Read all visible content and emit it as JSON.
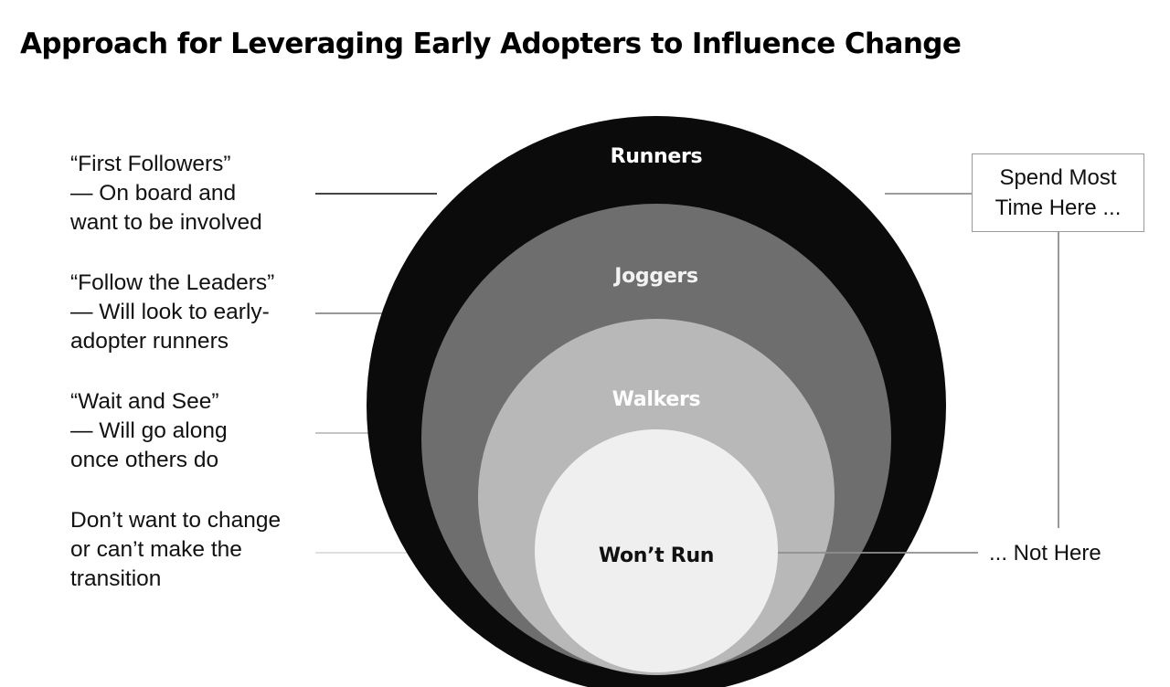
{
  "title": "Approach for Leveraging Early Adopters to Influence Change",
  "colors": {
    "runners": "#0b0b0b",
    "joggers": "#6e6e6e",
    "walkers": "#b8b8b8",
    "wont_run": "#efefef",
    "connector": "#8f8f8f"
  },
  "rings": [
    {
      "id": "runners",
      "label": "Runners"
    },
    {
      "id": "joggers",
      "label": "Joggers"
    },
    {
      "id": "walkers",
      "label": "Walkers"
    },
    {
      "id": "wont-run",
      "label": "Won’t Run"
    }
  ],
  "descriptions": [
    {
      "lines": [
        "“First Followers”",
        "— On board and",
        "want to be involved"
      ]
    },
    {
      "lines": [
        "“Follow the Leaders”",
        "— Will look to early-",
        "adopter runners"
      ]
    },
    {
      "lines": [
        "“Wait and See”",
        "— Will go along",
        "once others do"
      ]
    },
    {
      "lines": [
        "Don’t want to change",
        "or can’t make the",
        "transition"
      ]
    }
  ],
  "callouts": {
    "spend_most_lines": [
      "Spend Most",
      "Time Here ..."
    ],
    "not_here": "... Not Here"
  }
}
